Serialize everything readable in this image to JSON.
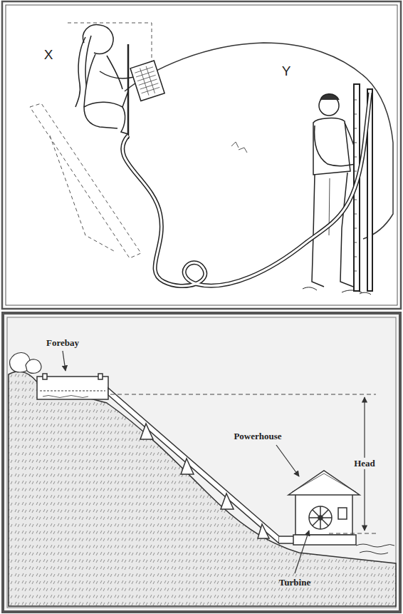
{
  "diagram": {
    "labels": [
      "X",
      "Y",
      "Forebay",
      "Powerhouse",
      "Head",
      "Turbine"
    ]
  }
}
